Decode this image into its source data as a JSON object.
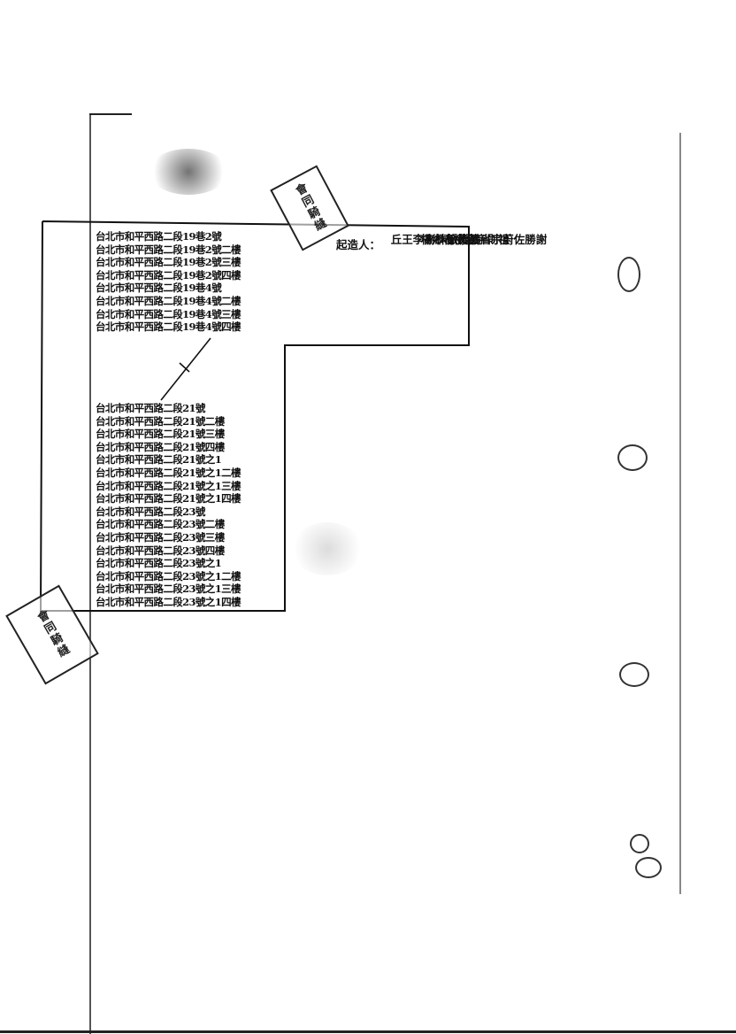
{
  "addresses_group_1": [
    "台北市和平西路二段19巷2號",
    "台北市和平西路二段19巷2號二樓",
    "台北市和平西路二段19巷2號三樓",
    "台北市和平西路二段19巷2號四樓",
    "台北市和平西路二段19巷4號",
    "台北市和平西路二段19巷4號二樓",
    "台北市和平西路二段19巷4號三樓",
    "台北市和平西路二段19巷4號四樓"
  ],
  "addresses_group_2": [
    "台北市和平西路二段21號",
    "台北市和平西路二段21號二樓",
    "台北市和平西路二段21號三樓",
    "台北市和平西路二段21號四樓",
    "台北市和平西路二段21號之1",
    "台北市和平西路二段21號之1二樓",
    "台北市和平西路二段21號之1三樓",
    "台北市和平西路二段21號之1四樓",
    "台北市和平西路二段23號",
    "台北市和平西路二段23號二樓",
    "台北市和平西路二段23號三樓",
    "台北市和平西路二段23號四樓",
    "台北市和平西路二段23號之1",
    "台北市和平西路二段23號之1二樓",
    "台北市和平西路二段23號之1三樓",
    "台北市和平西路二段23號之1四樓"
  ],
  "builder_label": "起造人：",
  "builder_names": [
    "黃黃徐林高李王丘",
    "祖則宇金樹春鄉楊",
    "謝勝佐蔚宗省鵬儀敏"
  ],
  "seal_top_text": "會同騎縫",
  "seal_bottom_text": "會同騎縫"
}
